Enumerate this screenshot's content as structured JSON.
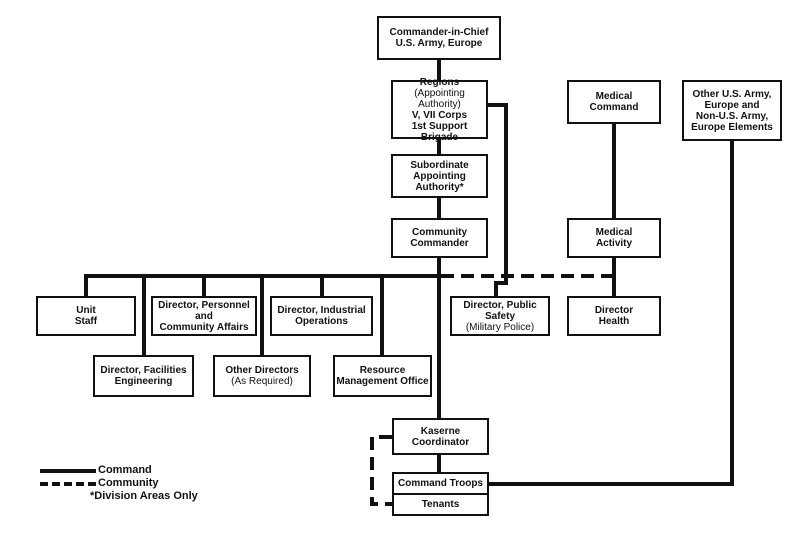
{
  "boxes": {
    "cinc": [
      "Commander-in-Chief",
      "U.S. Army, Europe"
    ],
    "regions": {
      "title": "Regions",
      "sub1": "(Appointing",
      "sub2": "Authority)",
      "l3": "V, VII Corps",
      "l4": "1st Support Brigade"
    },
    "subordinate": [
      "Subordinate",
      "Appointing",
      "Authority*"
    ],
    "community_commander": [
      "Community",
      "Commander"
    ],
    "medical_command": [
      "Medical",
      "Command"
    ],
    "other_usarmy": [
      "Other U.S. Army,",
      "Europe and",
      "Non-U.S. Army,",
      "Europe Elements"
    ],
    "medical_activity": [
      "Medical",
      "Activity"
    ],
    "unit_staff": [
      "Unit",
      "Staff"
    ],
    "dir_personnel": [
      "Director, Personnel",
      "and",
      "Community Affairs"
    ],
    "dir_industrial": [
      "Director, Industrial",
      "Operations"
    ],
    "dir_public_safety": {
      "l1": "Director, Public",
      "l2": "Safety",
      "sub": "(Military Police)"
    },
    "dir_health": [
      "Director",
      "Health"
    ],
    "dir_facilities": [
      "Director, Facilities",
      "Engineering"
    ],
    "other_directors": {
      "l1": "Other Directors",
      "sub": "(As Required)"
    },
    "resource_mgmt": [
      "Resource",
      "Management Office"
    ],
    "kaserne": [
      "Kaserne",
      "Coordinator"
    ],
    "command_troops": "Command Troops",
    "tenants": "Tenants"
  },
  "legend": {
    "command": "Command",
    "community": "Community",
    "note": "*Division Areas Only"
  }
}
